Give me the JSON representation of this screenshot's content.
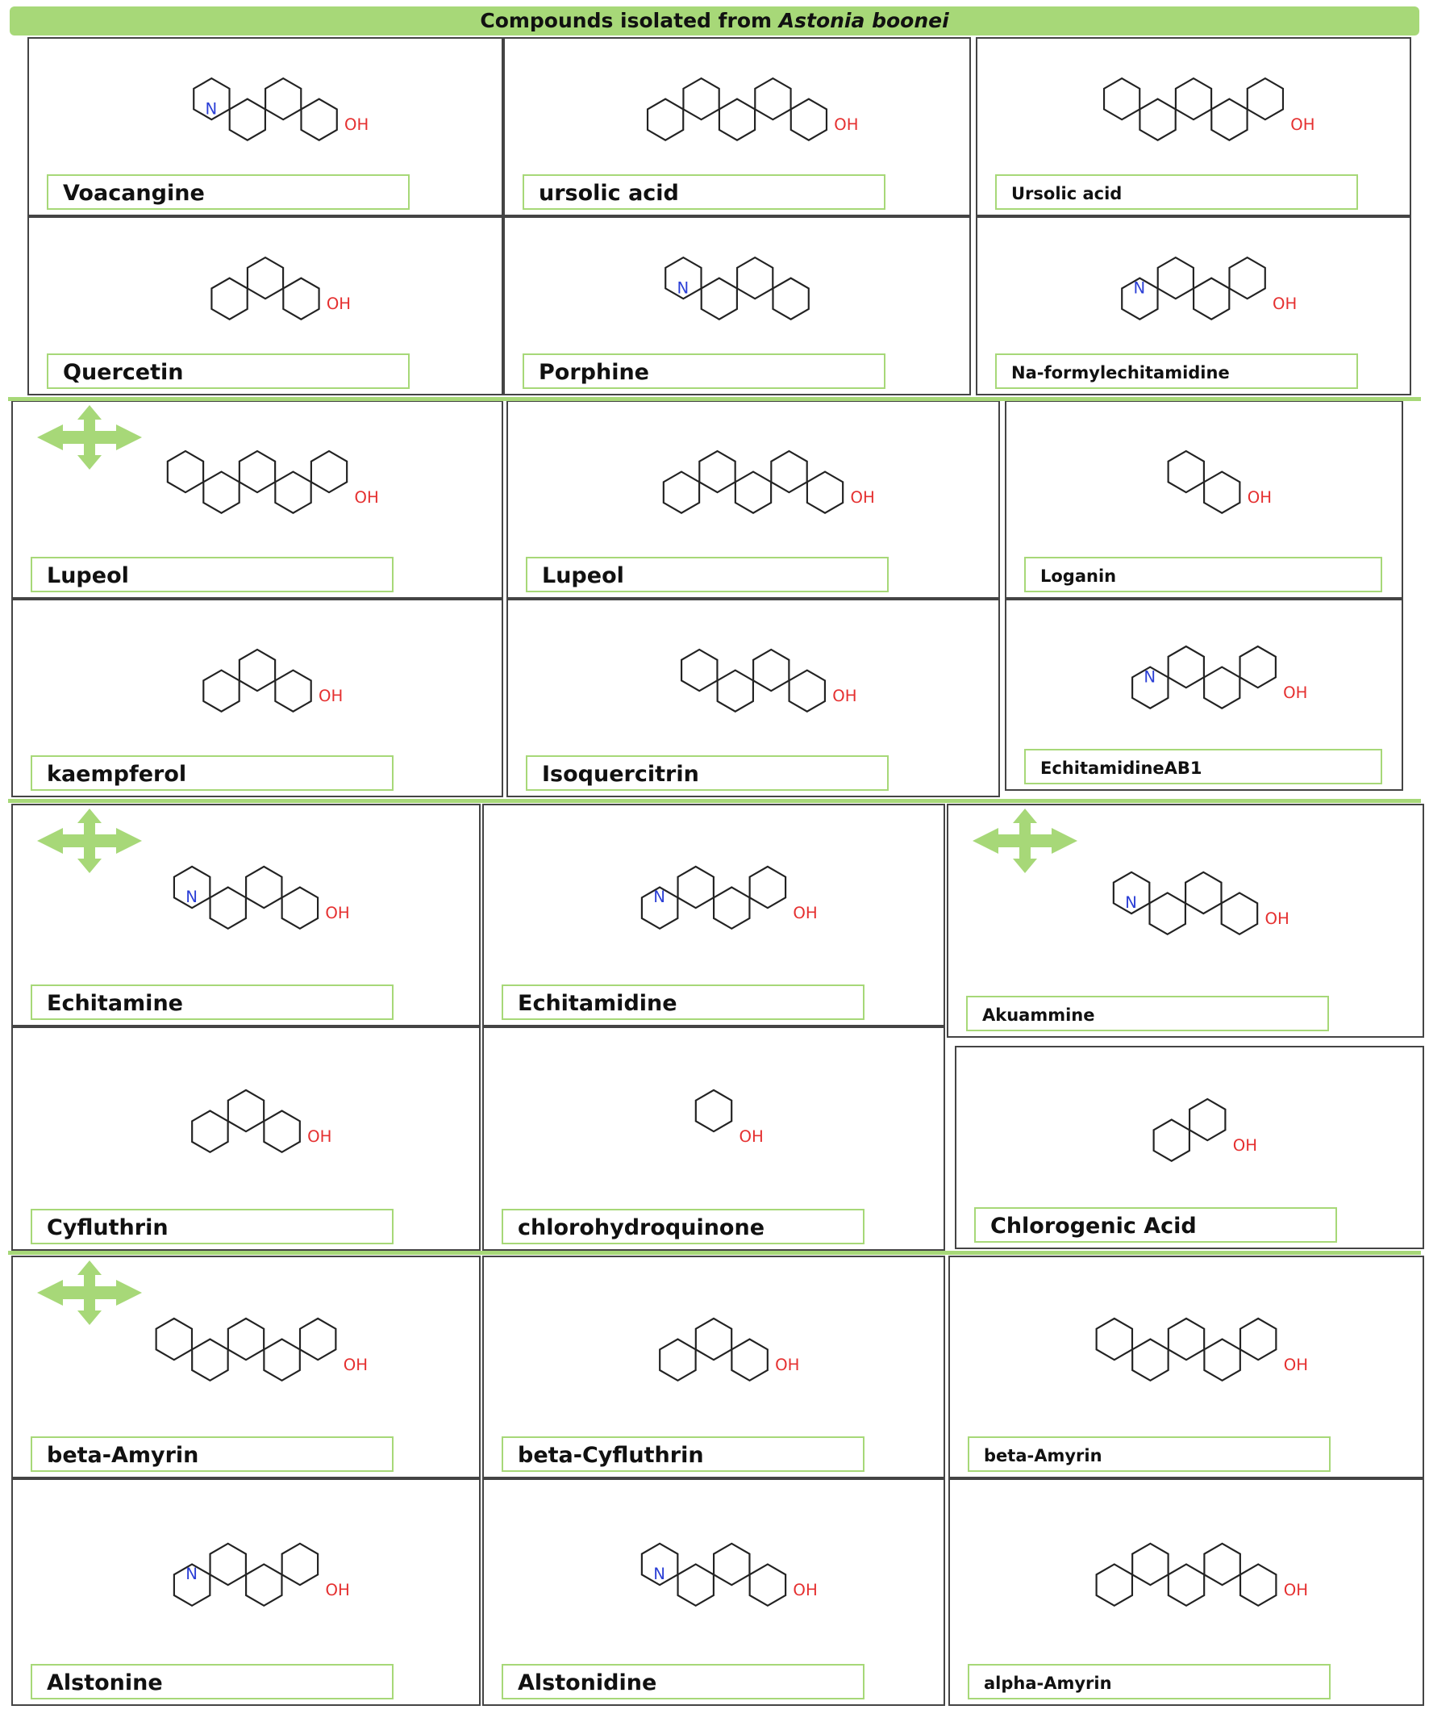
{
  "title": {
    "prefix": "Compounds isolated from ",
    "species": "Astonia boonei"
  },
  "colors": {
    "accent_green": "#a7d878",
    "oxygen": "#e53030",
    "nitrogen": "#2b3fd6"
  },
  "compounds": [
    {
      "name": "Voacangine",
      "structure": "indole-alkaloid"
    },
    {
      "name": "ursolic acid",
      "structure": "triterpene-acid"
    },
    {
      "name": "Ursolic acid",
      "structure": "triterpene-acid"
    },
    {
      "name": "Quercetin",
      "structure": "flavonol"
    },
    {
      "name": "Porphine",
      "structure": "porphyrin"
    },
    {
      "name": "Na-formylechitamidine",
      "structure": "indole-alkaloid"
    },
    {
      "name": "Lupeol",
      "structure": "lupane"
    },
    {
      "name": "Lupeol",
      "structure": "lupane"
    },
    {
      "name": "Loganin",
      "structure": "iridoid"
    },
    {
      "name": "kaempferol",
      "structure": "flavonol"
    },
    {
      "name": "Isoquercitrin",
      "structure": "flavonol-glycoside"
    },
    {
      "name": "EchitamidineAB1",
      "structure": "indole-alkaloid"
    },
    {
      "name": "Echitamine",
      "structure": "indole-alkaloid"
    },
    {
      "name": "Echitamidine",
      "structure": "indole-alkaloid"
    },
    {
      "name": "Akuammine",
      "structure": "indole-alkaloid"
    },
    {
      "name": "Cyfluthrin",
      "structure": "pyrethroid"
    },
    {
      "name": "chlorohydroquinone",
      "structure": "phenol"
    },
    {
      "name": "Chlorogenic Acid",
      "structure": "caffeoylquinic"
    },
    {
      "name": "beta-Amyrin",
      "structure": "oleanane"
    },
    {
      "name": "beta-Cyfluthrin",
      "structure": "pyrethroid"
    },
    {
      "name": "beta-Amyrin",
      "structure": "oleanane"
    },
    {
      "name": "Alstonine",
      "structure": "beta-carboline"
    },
    {
      "name": "Alstonidine",
      "structure": "beta-carboline"
    },
    {
      "name": "alpha-Amyrin",
      "structure": "ursane"
    }
  ],
  "icons": [
    "four-way-arrow-icon"
  ]
}
